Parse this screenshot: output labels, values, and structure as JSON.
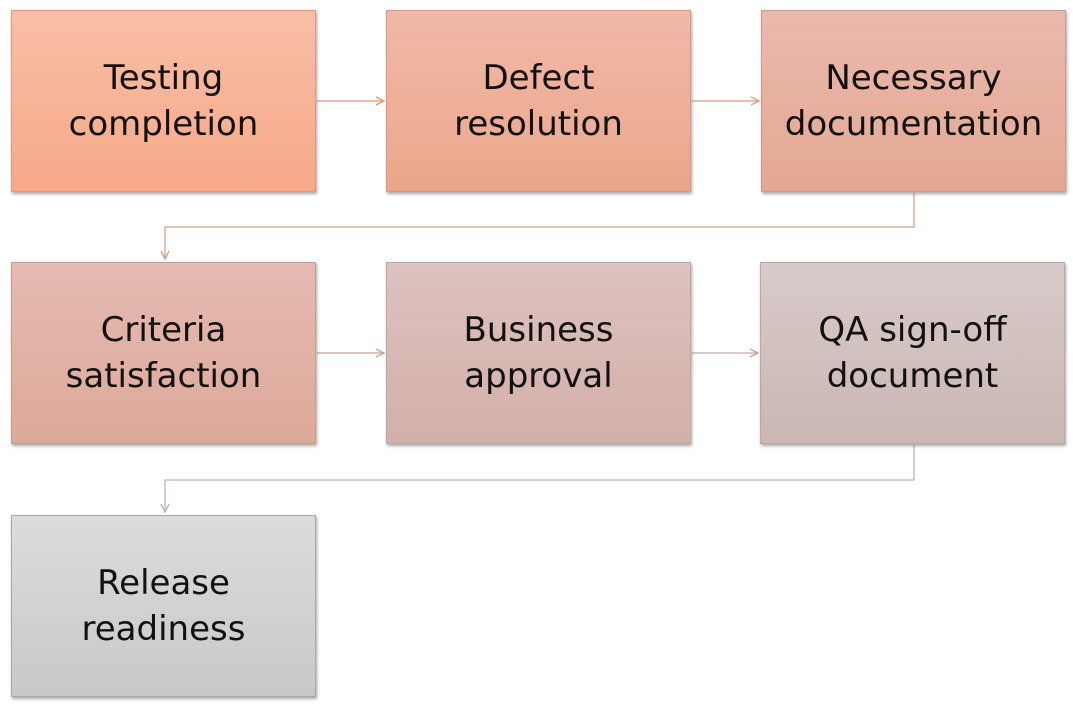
{
  "steps": [
    {
      "label": "Testing\ncompletion",
      "color": "#f7a888"
    },
    {
      "label": "Defect\nresolution",
      "color": "#eba68c"
    },
    {
      "label": "Necessary\ndocumentation",
      "color": "#e3a892"
    },
    {
      "label": "Criteria\nsatisfaction",
      "color": "#dda99a"
    },
    {
      "label": "Business\napproval",
      "color": "#d3afa9"
    },
    {
      "label": "QA sign-off\ndocument",
      "color": "#cbb6b3"
    },
    {
      "label": "Release\nreadiness",
      "color": "#c8c8c8"
    }
  ],
  "connector_colors": {
    "row1": "#e7966f",
    "row2": "#c9a098",
    "row3": "#bdb3b0"
  }
}
